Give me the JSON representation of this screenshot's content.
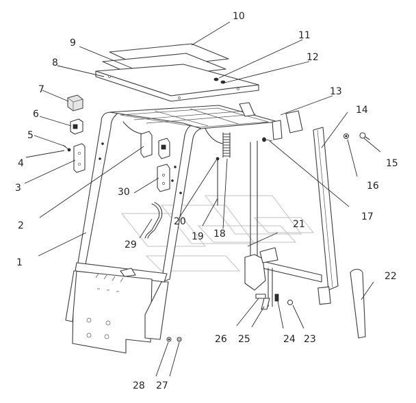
{
  "callouts": [
    {
      "id": "1",
      "label": "1"
    },
    {
      "id": "2",
      "label": "2"
    },
    {
      "id": "3",
      "label": "3"
    },
    {
      "id": "4",
      "label": "4"
    },
    {
      "id": "5",
      "label": "5"
    },
    {
      "id": "6",
      "label": "6"
    },
    {
      "id": "7",
      "label": "7"
    },
    {
      "id": "8",
      "label": "8"
    },
    {
      "id": "9",
      "label": "9"
    },
    {
      "id": "10",
      "label": "10"
    },
    {
      "id": "11",
      "label": "11"
    },
    {
      "id": "12",
      "label": "12"
    },
    {
      "id": "13",
      "label": "13"
    },
    {
      "id": "14",
      "label": "14"
    },
    {
      "id": "15",
      "label": "15"
    },
    {
      "id": "16",
      "label": "16"
    },
    {
      "id": "17",
      "label": "17"
    },
    {
      "id": "18",
      "label": "18"
    },
    {
      "id": "19",
      "label": "19"
    },
    {
      "id": "20",
      "label": "20"
    },
    {
      "id": "21",
      "label": "21"
    },
    {
      "id": "22",
      "label": "22"
    },
    {
      "id": "23",
      "label": "23"
    },
    {
      "id": "24",
      "label": "24"
    },
    {
      "id": "25",
      "label": "25"
    },
    {
      "id": "26",
      "label": "26"
    },
    {
      "id": "27",
      "label": "27"
    },
    {
      "id": "28",
      "label": "28"
    },
    {
      "id": "29",
      "label": "29"
    },
    {
      "id": "30",
      "label": "30"
    }
  ],
  "colors": {
    "line": "#3a3a3a",
    "background": "#ffffff",
    "watermark": "#bdbdbd"
  }
}
